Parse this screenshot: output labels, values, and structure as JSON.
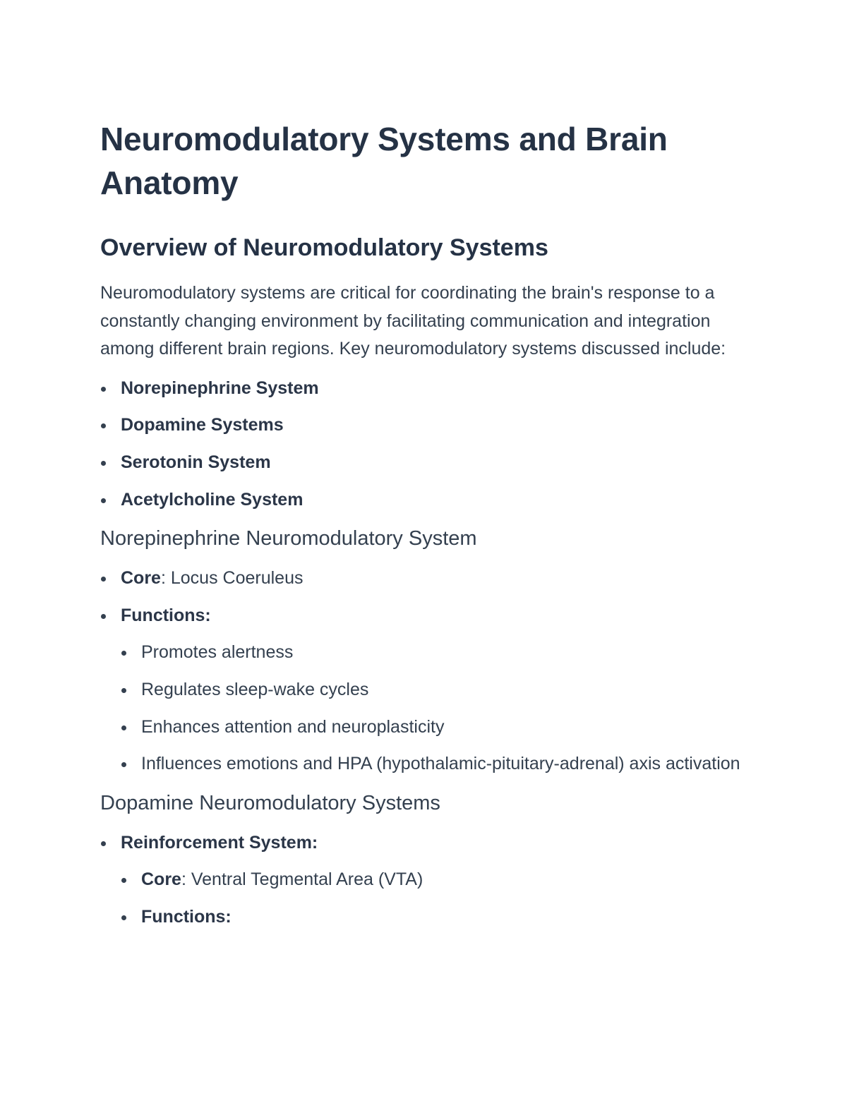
{
  "title": "Neuromodulatory Systems and Brain Anatomy",
  "overview": {
    "heading": "Overview of Neuromodulatory Systems",
    "paragraph": "Neuromodulatory systems are critical for coordinating the brain's response to a constantly changing environment by facilitating communication and integration among different brain regions. Key neuromodulatory systems discussed include:",
    "systems": [
      "Norepinephrine System",
      "Dopamine Systems",
      "Serotonin System",
      "Acetylcholine System"
    ]
  },
  "norepinephrine": {
    "heading": "Norepinephrine Neuromodulatory System",
    "core_label": "Core",
    "core_value": ": Locus Coeruleus",
    "functions_label": "Functions:",
    "functions": [
      "Promotes alertness",
      "Regulates sleep-wake cycles",
      "Enhances attention and neuroplasticity",
      "Influences emotions and HPA (hypothalamic-pituitary-adrenal) axis activation"
    ]
  },
  "dopamine": {
    "heading": "Dopamine Neuromodulatory Systems",
    "reinforcement_label": "Reinforcement System:",
    "core_label": "Core",
    "core_value": ": Ventral Tegmental Area (VTA)",
    "functions_label": "Functions:"
  }
}
